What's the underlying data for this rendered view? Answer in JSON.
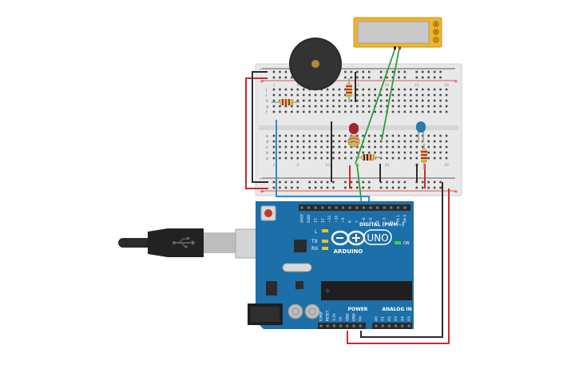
{
  "board": {
    "brand": "ARDUINO",
    "model": "UNO",
    "digital_label": "DIGITAL (PWM~)",
    "power_label": "POWER",
    "analog_label": "ANALOG IN",
    "on_label": "ON",
    "led_l": "L",
    "led_tx": "TX",
    "led_rx": "RX",
    "digital_pins": [
      "AREF",
      "GND",
      "13",
      "12",
      "~11",
      "~10",
      "~9",
      "8",
      "7",
      "~6",
      "~5",
      "4",
      "~3",
      "2",
      "TX 1",
      "RX 0"
    ],
    "power_pins": [
      "IOREF",
      "RESET",
      "3.3V",
      "5V",
      "GND",
      "GND",
      "Vin"
    ],
    "analog_pins": [
      "A0",
      "A1",
      "A2",
      "A3",
      "A4",
      "A5"
    ]
  },
  "breadboard": {
    "row_numbers": [
      "1",
      "5",
      "10",
      "15",
      "20",
      "25",
      "30"
    ],
    "row_letters_top": [
      "j",
      "i",
      "h",
      "g",
      "f"
    ],
    "row_letters_bottom": [
      "e",
      "d",
      "c",
      "b",
      "a"
    ],
    "plus": "+",
    "minus": "-"
  },
  "lcd": {
    "buttons": [
      "A",
      "B",
      "C"
    ]
  },
  "colors": {
    "board": "#1c6fa8",
    "board_dark": "#155b8c",
    "breadboard": "#e9e9e9",
    "wire_red": "#d2282b",
    "wire_black": "#2b2b2b",
    "wire_green": "#2e9e3c",
    "wire_blue": "#2a8fd0",
    "lcd_frame": "#f0b62c",
    "led_red": "#a3242b",
    "led_blue": "#2a7aa8",
    "buzzer": "#2a2a2a"
  }
}
